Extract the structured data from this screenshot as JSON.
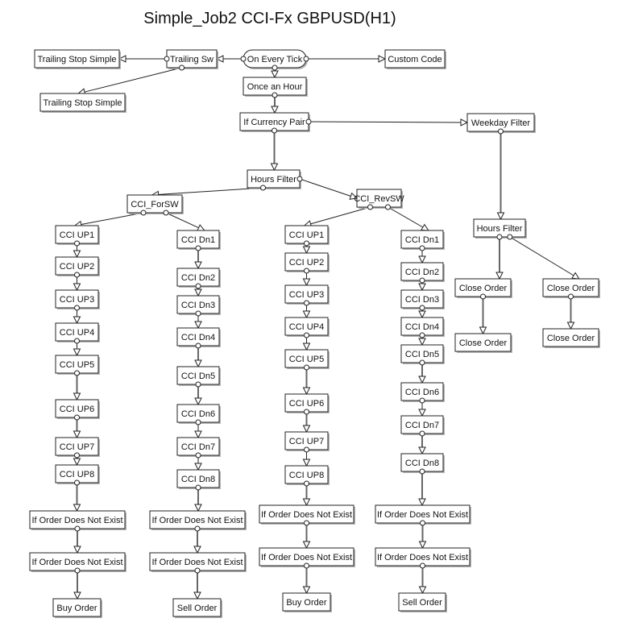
{
  "title": "Simple_Job2 CCI-Fx GBPUSD(H1)",
  "nodes": {
    "on_every_tick": "On Every Tick",
    "trailing_sw": "Trailing Sw",
    "trailing_stop_simple_1": "Trailing Stop Simple",
    "trailing_stop_simple_2": "Trailing Stop Simple",
    "custom_code": "Custom Code",
    "once_an_hour": "Once an Hour",
    "if_currency_pair": "If Currency Pair",
    "weekday_filter": "Weekday Filter",
    "hours_filter_main": "Hours Filter",
    "hours_filter_weekday": "Hours Filter",
    "cci_forsw": "CCI_ForSW",
    "cci_revsw": "CCI_RevSW",
    "close_order_1": "Close Order",
    "close_order_2": "Close Order",
    "close_order_3": "Close Order",
    "close_order_4": "Close Order",
    "for_up": [
      "CCI UP1",
      "CCI UP2",
      "CCI UP3",
      "CCI UP4",
      "CCI UP5",
      "CCI UP6",
      "CCI UP7",
      "CCI UP8"
    ],
    "for_dn": [
      "CCI Dn1",
      "CCI Dn2",
      "CCI Dn3",
      "CCI Dn4",
      "CCI Dn5",
      "CCI Dn6",
      "CCI Dn7",
      "CCI Dn8"
    ],
    "rev_up": [
      "CCI UP1",
      "CCI UP2",
      "CCI UP3",
      "CCI UP4",
      "CCI UP5",
      "CCI UP6",
      "CCI UP7",
      "CCI UP8"
    ],
    "rev_dn": [
      "CCI Dn1",
      "CCI Dn2",
      "CCI Dn3",
      "CCI Dn4",
      "CCI Dn5",
      "CCI Dn6",
      "CCI Dn7",
      "CCI Dn8"
    ],
    "for_up_check1": "If Order Does Not Exist",
    "for_up_check2": "If Order Does Not Exist",
    "for_up_action": "Buy Order",
    "for_dn_check1": "If Order Does Not Exist",
    "for_dn_check2": "If Order Does Not Exist",
    "for_dn_action": "Sell Order",
    "rev_up_check1": "If Order Does Not Exist",
    "rev_up_check2": "If Order Does Not Exist",
    "rev_up_action": "Buy Order",
    "rev_dn_check1": "If Order Does Not Exist",
    "rev_dn_check2": "If Order Does Not Exist",
    "rev_dn_action": "Sell Order"
  },
  "edges": [
    [
      "on_every_tick",
      "trailing_sw"
    ],
    [
      "on_every_tick",
      "custom_code"
    ],
    [
      "on_every_tick",
      "once_an_hour"
    ],
    [
      "trailing_sw",
      "trailing_stop_simple_1"
    ],
    [
      "trailing_sw",
      "trailing_stop_simple_2"
    ],
    [
      "once_an_hour",
      "if_currency_pair"
    ],
    [
      "if_currency_pair",
      "weekday_filter"
    ],
    [
      "if_currency_pair",
      "hours_filter_main"
    ],
    [
      "hours_filter_main",
      "cci_forsw"
    ],
    [
      "hours_filter_main",
      "cci_revsw"
    ],
    [
      "weekday_filter",
      "hours_filter_weekday"
    ],
    [
      "hours_filter_weekday",
      "close_order_1"
    ],
    [
      "hours_filter_weekday",
      "close_order_3"
    ],
    [
      "close_order_1",
      "close_order_2"
    ],
    [
      "close_order_3",
      "close_order_4"
    ]
  ]
}
